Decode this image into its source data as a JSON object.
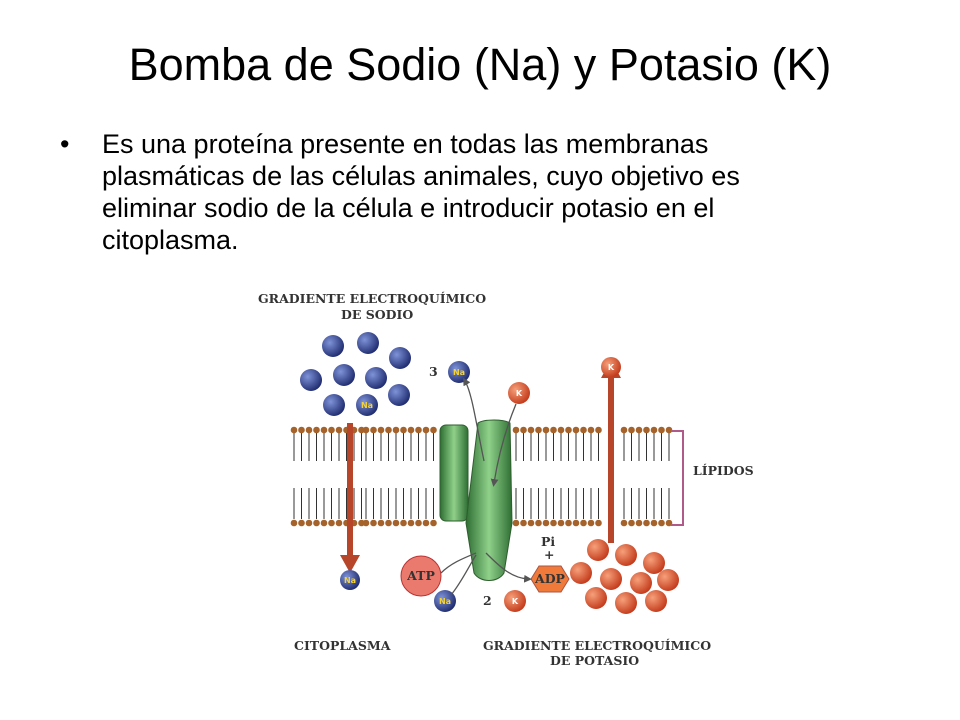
{
  "slide": {
    "title": "Bomba de Sodio (Na) y Potasio (K)",
    "bullet_lines": [
      "Es una proteína presente en todas las membranas",
      "plasmáticas de las células animales, cuyo objetivo es",
      "eliminar sodio de la célula e introducir potasio en el",
      "citoplasma."
    ]
  },
  "diagram": {
    "label_gradient_sodium_1": "GRADIENTE ELECTROQUÍMICO",
    "label_gradient_sodium_2": "DE SODIO",
    "label_lipids": "LÍPIDOS",
    "label_cytoplasm": "CITOPLASMA",
    "label_gradient_potassium_1": "GRADIENTE ELECTROQUÍMICO",
    "label_gradient_potassium_2": "DE POTASIO",
    "count_na": "3",
    "count_k": "2",
    "ion_na": "Na",
    "ion_k": "K",
    "atp": "ATP",
    "adp": "ADP",
    "pi": "Pi",
    "plus": "+",
    "colors": {
      "sodium": "#2e3f8f",
      "potassium": "#e2552a",
      "protein": "#4f9a4c",
      "lipid_head": "#a5622a",
      "arrow": "#b6452a",
      "atp": "#ea7a6d",
      "adp": "#ef7a3a"
    }
  }
}
